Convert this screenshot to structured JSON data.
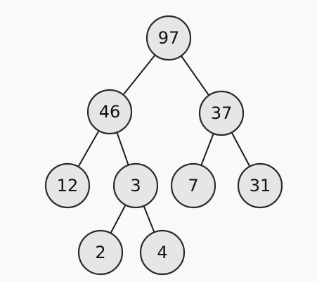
{
  "tree": {
    "nodes": [
      {
        "id": "n97",
        "label": "97"
      },
      {
        "id": "n46",
        "label": "46"
      },
      {
        "id": "n37",
        "label": "37"
      },
      {
        "id": "n12",
        "label": "12"
      },
      {
        "id": "n3",
        "label": "3"
      },
      {
        "id": "n7",
        "label": "7"
      },
      {
        "id": "n31",
        "label": "31"
      },
      {
        "id": "n2",
        "label": "2"
      },
      {
        "id": "n4",
        "label": "4"
      }
    ],
    "edges": [
      {
        "from": "n97",
        "to": "n46"
      },
      {
        "from": "n97",
        "to": "n37"
      },
      {
        "from": "n46",
        "to": "n12"
      },
      {
        "from": "n46",
        "to": "n3"
      },
      {
        "from": "n37",
        "to": "n7"
      },
      {
        "from": "n37",
        "to": "n31"
      },
      {
        "from": "n3",
        "to": "n2"
      },
      {
        "from": "n3",
        "to": "n4"
      }
    ]
  }
}
